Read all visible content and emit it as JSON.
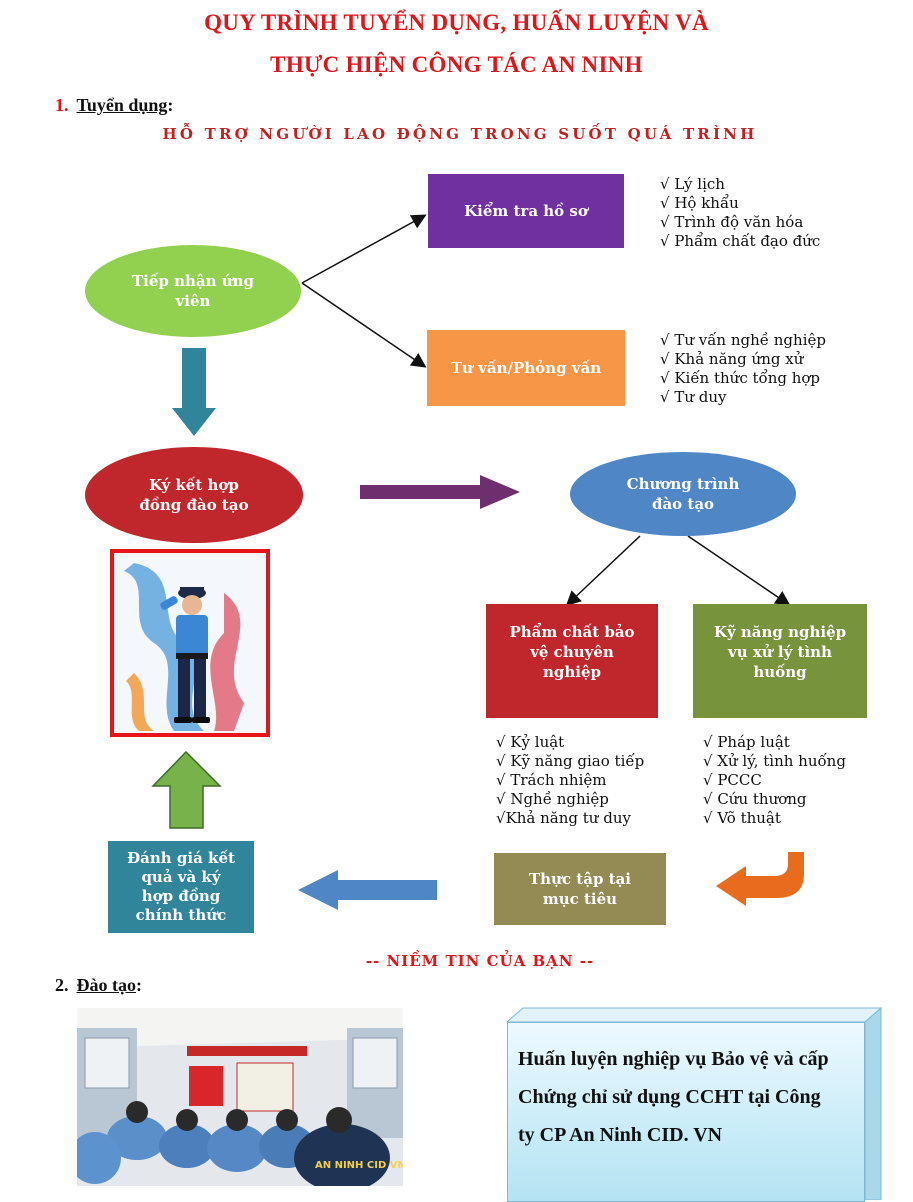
{
  "title_line1": "QUY TRÌNH TUYỂN DỤNG, HUẤN LUYỆN VÀ",
  "title_line2": "THỰC HIỆN CÔNG TÁC AN NINH",
  "section1": {
    "number": "1.",
    "label": "Tuyển dụng",
    "colon": ":"
  },
  "banner": "HỖ TRỢ NGƯỜI LAO ĐỘNG TRONG SUỐT QUÁ TRÌNH",
  "nodes": {
    "tiep_nhan": [
      "Tiếp nhận ứng",
      "viên"
    ],
    "kiem_tra": "Kiểm tra hồ sơ",
    "tu_van": "Tư vấn/Phỏng vấn",
    "ky_ket": [
      "Ký kết hợp",
      "đồng đào tạo"
    ],
    "chuong_trinh": [
      "Chương trình",
      "đào tạo"
    ],
    "pham_chat": [
      "Phẩm chất bảo",
      "vệ chuyên",
      "nghiệp"
    ],
    "ky_nang": [
      "Kỹ năng nghiệp",
      "vụ xử lý tình",
      "huống"
    ],
    "thuc_tap": [
      "Thực tập tại",
      "mục tiêu"
    ],
    "danh_gia": [
      "Đánh giá kết",
      "quả và ký",
      "hợp đồng",
      "chính thức"
    ]
  },
  "lists": {
    "kiem_tra": [
      "Lý lịch",
      "Hộ khẩu",
      "Trình độ văn hóa",
      "Phẩm chất đạo đức"
    ],
    "tu_van": [
      "Tư vấn nghề nghiệp",
      "Khả năng ứng xử",
      "Kiến thức tổng hợp",
      "Tư duy"
    ],
    "pham_chat": [
      "Kỷ luật",
      "Kỹ năng giao tiếp",
      "Trách nhiệm",
      "Nghề nghiệp"
    ],
    "pham_chat_last": "Khả năng tư duy",
    "ky_nang": [
      "Pháp luật",
      "Xử lý, tình huống",
      "PCCC",
      "Cứu thương",
      "Võ thuật"
    ]
  },
  "footer_text": "-- NIỀM TIN CỦA BẠN --",
  "section2": {
    "number": "2.",
    "label": "Đào tạo",
    "colon": ":"
  },
  "callout": {
    "line1": "Huấn luyện nghiệp vụ Bảo vệ và cấp",
    "line2": "Chứng chỉ sử dụng CCHT tại Công",
    "line3": "ty CP An Ninh CID. VN"
  },
  "photo": {
    "uniform_text": "AN NINH CID VN"
  },
  "colors": {
    "title_red": "#e0141b",
    "purple": "#7030a0",
    "orange": "#f79646",
    "green": "#92d050",
    "dark_red": "#c0272d",
    "blue_oval": "#4f86c6",
    "olive": "#77923c",
    "khaki": "#948a54",
    "teal": "#31859b"
  }
}
